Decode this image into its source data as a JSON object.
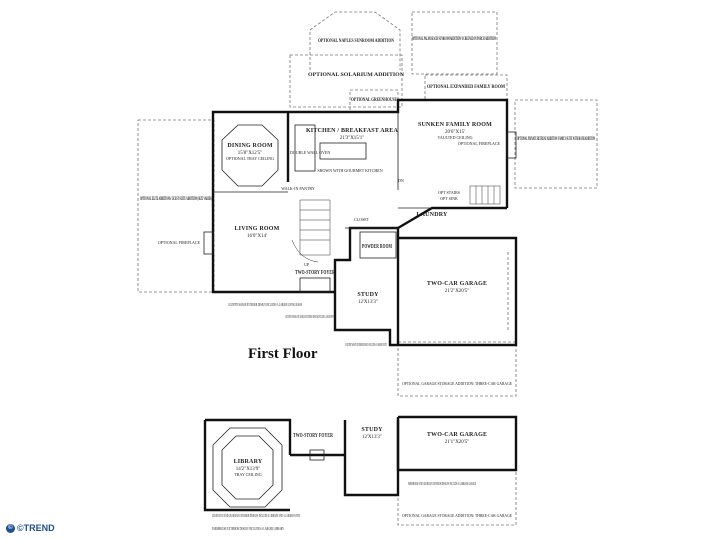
{
  "floor_title": "First Floor",
  "watermark": "©TREND",
  "rooms": {
    "dining": {
      "name": "DINING ROOM",
      "dim": "15'8\"X12'5\"",
      "note": "OPTIONAL TRAY CEILING"
    },
    "kitchen": {
      "name": "KITCHEN / BREAKFAST AREA",
      "dim": "21'3\"X15'1\"",
      "note": "SHOWN WITH GOURMET KITCHEN"
    },
    "sunken": {
      "name": "SUNKEN FAMILY ROOM",
      "dim": "20'6\"X15'",
      "note": "VAULTED CEILING"
    },
    "living": {
      "name": "LIVING ROOM",
      "dim": "16'0\"X14'",
      "note": ""
    },
    "laundry": {
      "name": "LAUNDRY"
    },
    "powder": {
      "name": "POWDER ROOM"
    },
    "foyer": {
      "name": "TWO-STORY FOYER"
    },
    "study": {
      "name": "STUDY",
      "dim": "12'X13'3\""
    },
    "garage": {
      "name": "TWO-CAR GARAGE",
      "dim": "21'2\"X20'5\""
    },
    "library": {
      "name": "LIBRARY",
      "dim": "14'2\"X13'9\"",
      "note": "TRAY CEILING"
    },
    "foyer2": {
      "name": "TWO-STORY FOYER"
    },
    "study2": {
      "name": "STUDY",
      "dim": "12'X13'3\""
    },
    "garage2": {
      "name": "TWO-CAR GARAGE",
      "dim": "21'1\"X20'5\""
    }
  },
  "small_labels": {
    "walk_in_pantry": "WALK-IN PANTRY",
    "optional_fireplace_left": "OPTIONAL FIREPLACE",
    "optional_fireplace_right": "OPTIONAL FIREPLACE",
    "double_wall_oven": "DOUBLE WALL OVEN",
    "closet": "CLOSET",
    "up": "UP",
    "dn": "DN",
    "opt_stairs": "OPT STAIRS",
    "opt_sink": "OPT SINK"
  },
  "options": {
    "naples": "OPTIONAL NAPLES SUNROOM ADDITION",
    "palm_beach": "OPTIONAL PALM BEACH SUNROOM ADDITION/ SCREENED IN PORCH ADDITION",
    "solarium": "OPTIONAL SOLARIUM ADDITION",
    "greenhouse": "OPTIONAL GREENHOUSE",
    "expanded_family": "OPTIONAL EXPANDED FAMILY ROOM",
    "retreat": "OPTIONAL PRIVATE RETREAT ADDITION/ FAMILY SUITE WITH BATH ADDITION",
    "elite": "OPTIONAL ELITE ADDITIONS/ GUEST SUITE ADDITION (SIZE VARIES)",
    "garage_storage": "OPTIONAL GARAGE STORAGE ADDITION/ THREE-CAR GARAGE",
    "garage_storage2": "OPTIONAL GARAGE STORAGE ADDITION/ THREE-CAR GARAGE"
  },
  "notes": {
    "country_manor_living": "COUNTRY MANOR EXTERIOR DESIGN INCLUDES A LARGER LIVING ROOM",
    "country_manor_foyer": "COUNTRY MANOR AND GEORGIAN EXTERIOR DESIGNS INCLUDE A LARGER FOYER",
    "country_manor_study": "COUNTRY MANOR EXTERIOR DESIGN INCLUDES A LARGER STUDY",
    "lexington_library": "LEXINGTON AND GEORGIAN EXTERIOR DESIGNS INCLUDE A LIBRARY AND A LARGER FOYER",
    "farmhouse_library": "FARMHOUSE EXTERIOR DESIGN INCLUDES A LARGER LIBRARY",
    "farmhouse_garage": "FARMHOUSE AND GEORGIAN EXTERIOR DESIGNS INCLUDE A CARRIAGE GARAGE"
  }
}
